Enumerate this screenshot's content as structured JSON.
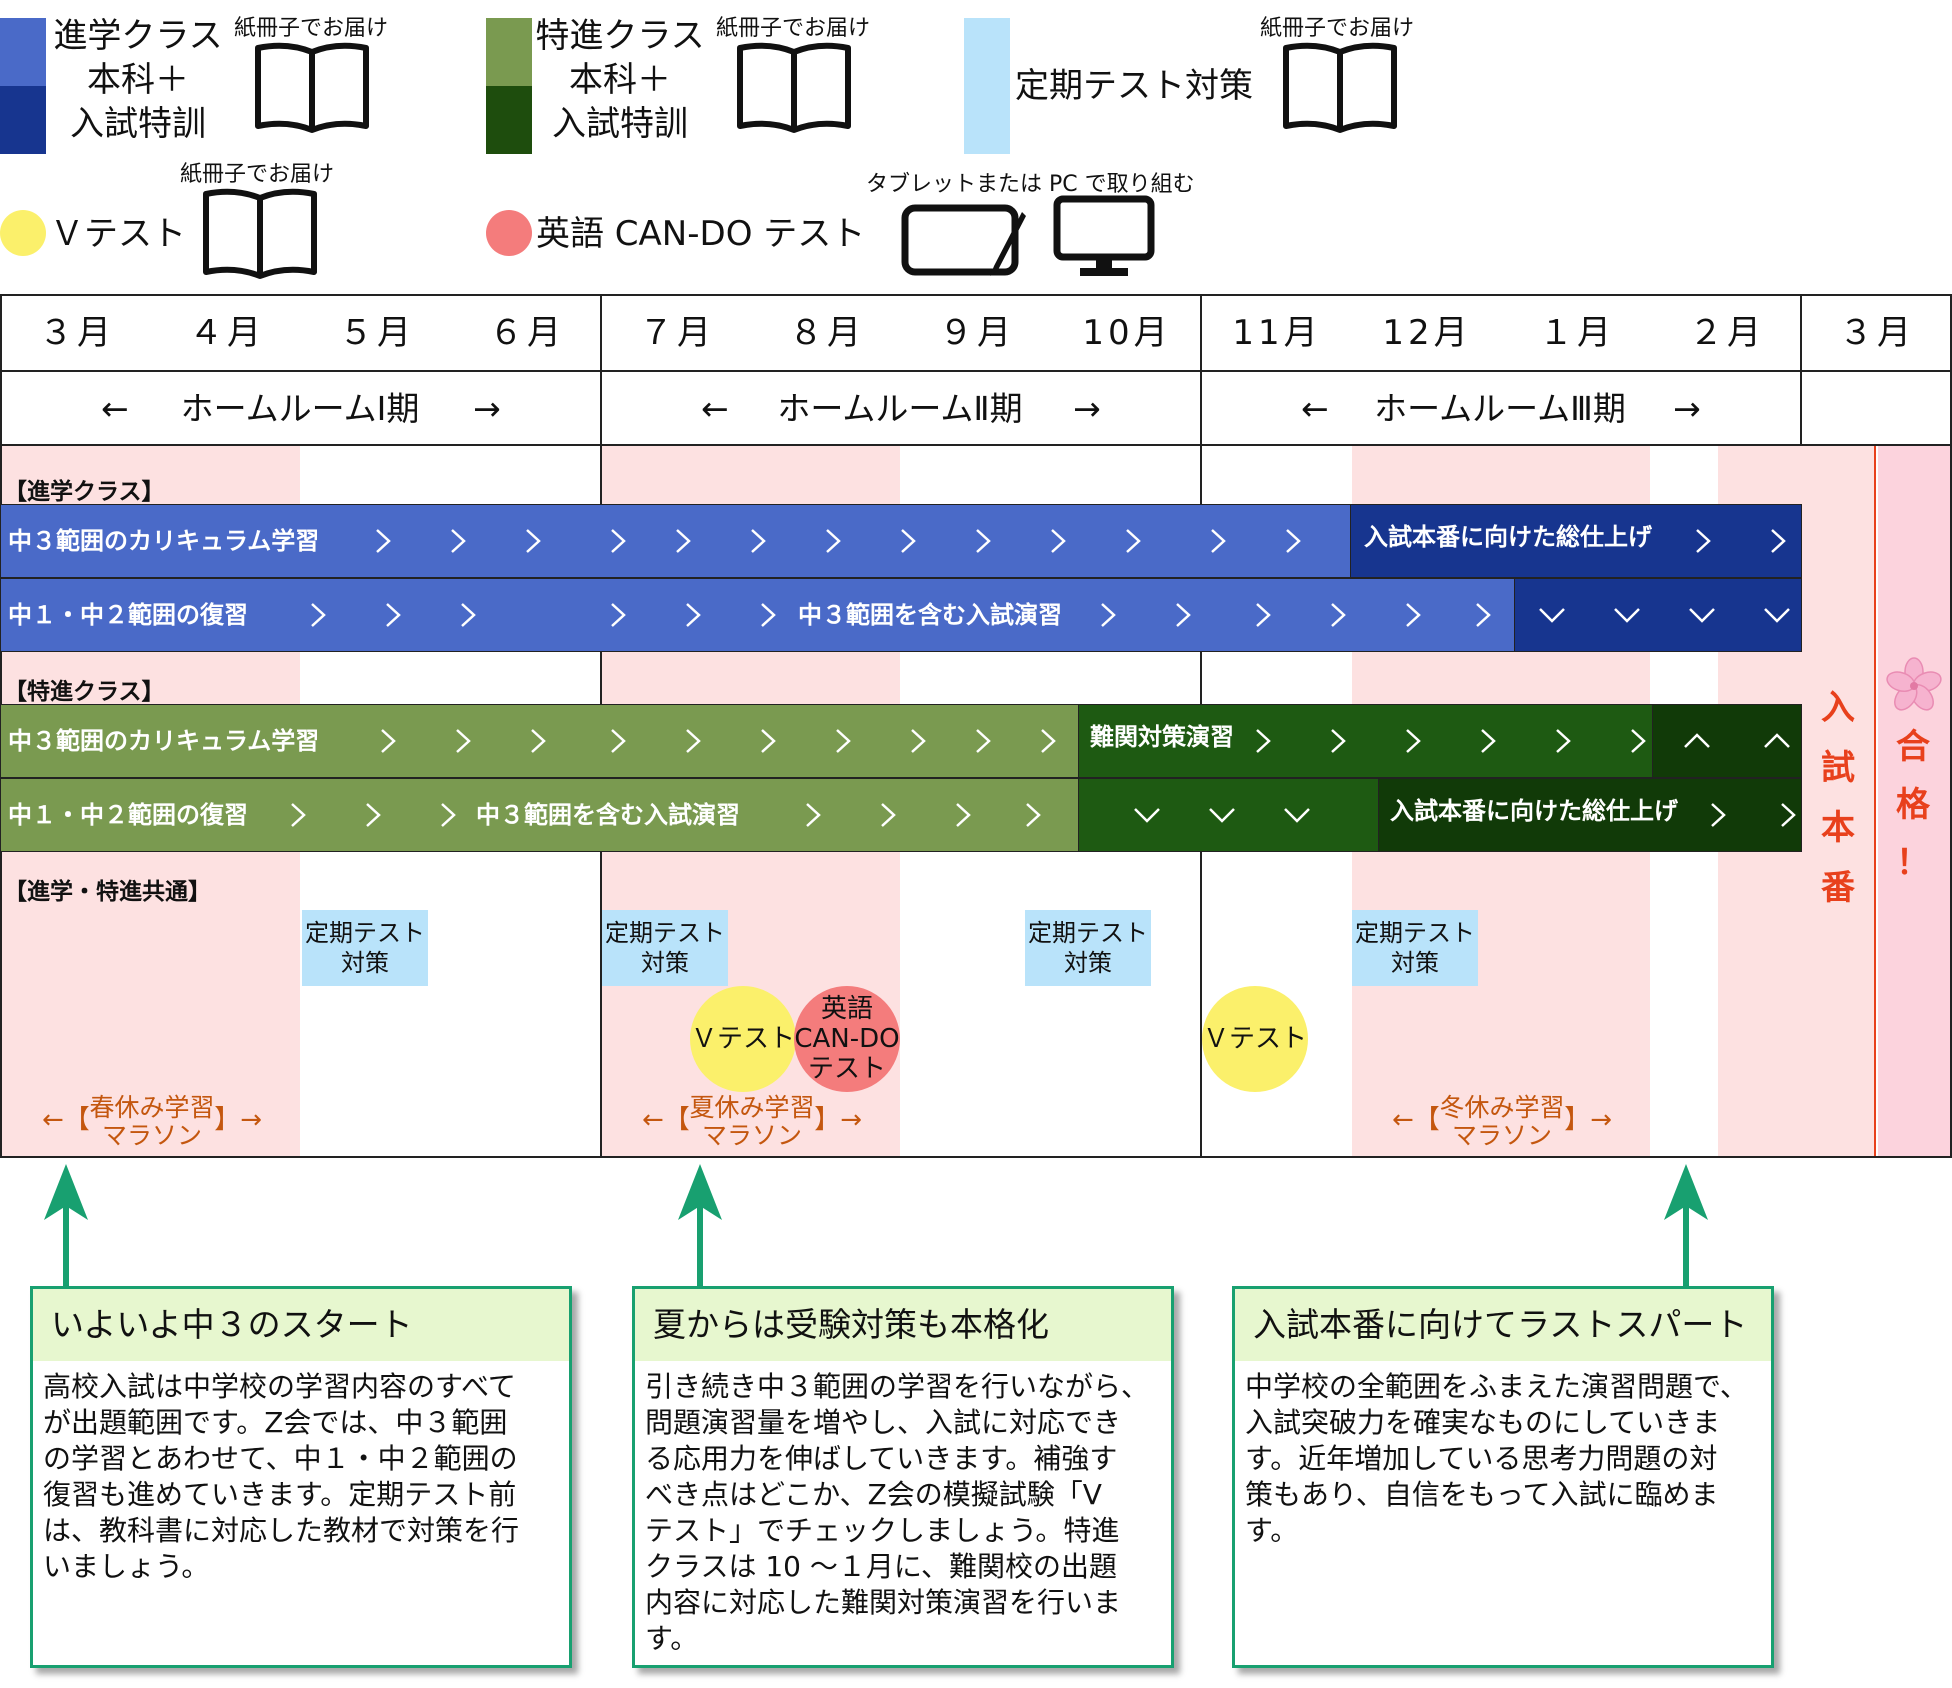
{
  "legend": {
    "shinkaku": {
      "line1": "進学クラス",
      "line2": "本科＋",
      "line3": "入試特訓",
      "note": "紙冊子でお届け",
      "color_top": "#4a6ac8",
      "color_bottom": "#17358f"
    },
    "tokushin": {
      "line1": "特進クラス",
      "line2": "本科＋",
      "line3": "入試特訓",
      "note": "紙冊子でお届け",
      "color_top": "#7a9a50",
      "color_bottom": "#1e4d0d"
    },
    "teiki": {
      "label": "定期テスト対策",
      "note": "紙冊子でお届け",
      "color": "#b9e3fa"
    },
    "vtest": {
      "label": "Ｖテスト",
      "note": "紙冊子でお届け",
      "color": "#fbf06b"
    },
    "cando": {
      "label": "英語 CAN-DO テスト",
      "note": "タブレットまたは PC で取り組む",
      "color": "#f47c7c"
    }
  },
  "months": [
    "３月",
    "４月",
    "５月",
    "６月",
    "７月",
    "８月",
    "９月",
    "10月",
    "11月",
    "12月",
    "１月",
    "２月",
    "３月"
  ],
  "homeroom": [
    {
      "left": "←",
      "label": "ホームルームⅠ期",
      "right": "→"
    },
    {
      "left": "←",
      "label": "ホームルームⅡ期",
      "right": "→"
    },
    {
      "left": "←",
      "label": "ホームルームⅢ期",
      "right": "→"
    }
  ],
  "sections": {
    "shinkaku": "【進学クラス】",
    "tokushin": "【特進クラス】",
    "common": "【進学・特進共通】"
  },
  "bars": {
    "s_row1_main": "中３範囲のカリキュラム学習",
    "s_row1_final": "入試本番に向けた総仕上げ",
    "s_row2_review": "中１・中２範囲の復習",
    "s_row2_exam": "中３範囲を含む入試演習",
    "t_row1_main": "中３範囲のカリキュラム学習",
    "t_row1_hard": "難関対策演習",
    "t_row2_review": "中１・中２範囲の復習",
    "t_row2_exam": "中３範囲を含む入試演習",
    "t_row2_final": "入試本番に向けた総仕上げ"
  },
  "teiki_boxes": [
    {
      "l1": "定期テスト",
      "l2": "対策"
    },
    {
      "l1": "定期テスト",
      "l2": "対策"
    },
    {
      "l1": "定期テスト",
      "l2": "対策"
    },
    {
      "l1": "定期テスト",
      "l2": "対策"
    }
  ],
  "events": {
    "vtest1": "Ｖテスト",
    "cando_l1": "英語",
    "cando_l2": "CAN-DO",
    "cando_l3": "テスト",
    "vtest2": "Ｖテスト"
  },
  "marathon": [
    {
      "l1": "春休み学習",
      "l2": "マラソン",
      "left": "←【",
      "right": "】→"
    },
    {
      "l1": "夏休み学習",
      "l2": "マラソン",
      "left": "←【",
      "right": "】→"
    },
    {
      "l1": "冬休み学習",
      "l2": "マラソン",
      "left": "←【",
      "right": "】→"
    }
  ],
  "nyushi_honban": [
    "入",
    "試",
    "本",
    "番"
  ],
  "gokaku": [
    "合",
    "格",
    "！"
  ],
  "boxes": [
    {
      "title": "いよいよ中３のスタート",
      "body": [
        "高校入試は中学校の学習内容のすべて",
        "が出題範囲です。Z会では、中３範囲",
        "の学習とあわせて、中１・中２範囲の",
        "復習も進めていきます。定期テスト前",
        "は、教科書に対応した教材で対策を行",
        "いましょう。"
      ]
    },
    {
      "title": "夏からは受験対策も本格化",
      "body": [
        "引き続き中３範囲の学習を行いながら、",
        "問題演習量を増やし、入試に対応でき",
        "る応用力を伸ばしていきます。補強す",
        "べき点はどこか、Z会の模擬試験「V",
        "テスト」でチェックしましょう。特進",
        "クラスは 10 〜１月に、難関校の出題",
        "内容に対応した難関対策演習を行いま",
        "す。"
      ]
    },
    {
      "title": "入試本番に向けてラストスパート",
      "body": [
        "中学校の全範囲をふまえた演習問題で、",
        "入試突破力を確実なものにしていきま",
        "す。近年増加している思考力問題の対",
        "策もあり、自信をもって入試に臨めま",
        "す。"
      ]
    }
  ],
  "colors": {
    "blue": "#4a6ac8",
    "navy": "#17358f",
    "green": "#7a9a50",
    "darkgreen": "#1e5a12",
    "pink_shade": "#fde1e1",
    "pink_final": "#fcd3dd",
    "orange_red": "#e8401c",
    "teal": "#18a070"
  }
}
